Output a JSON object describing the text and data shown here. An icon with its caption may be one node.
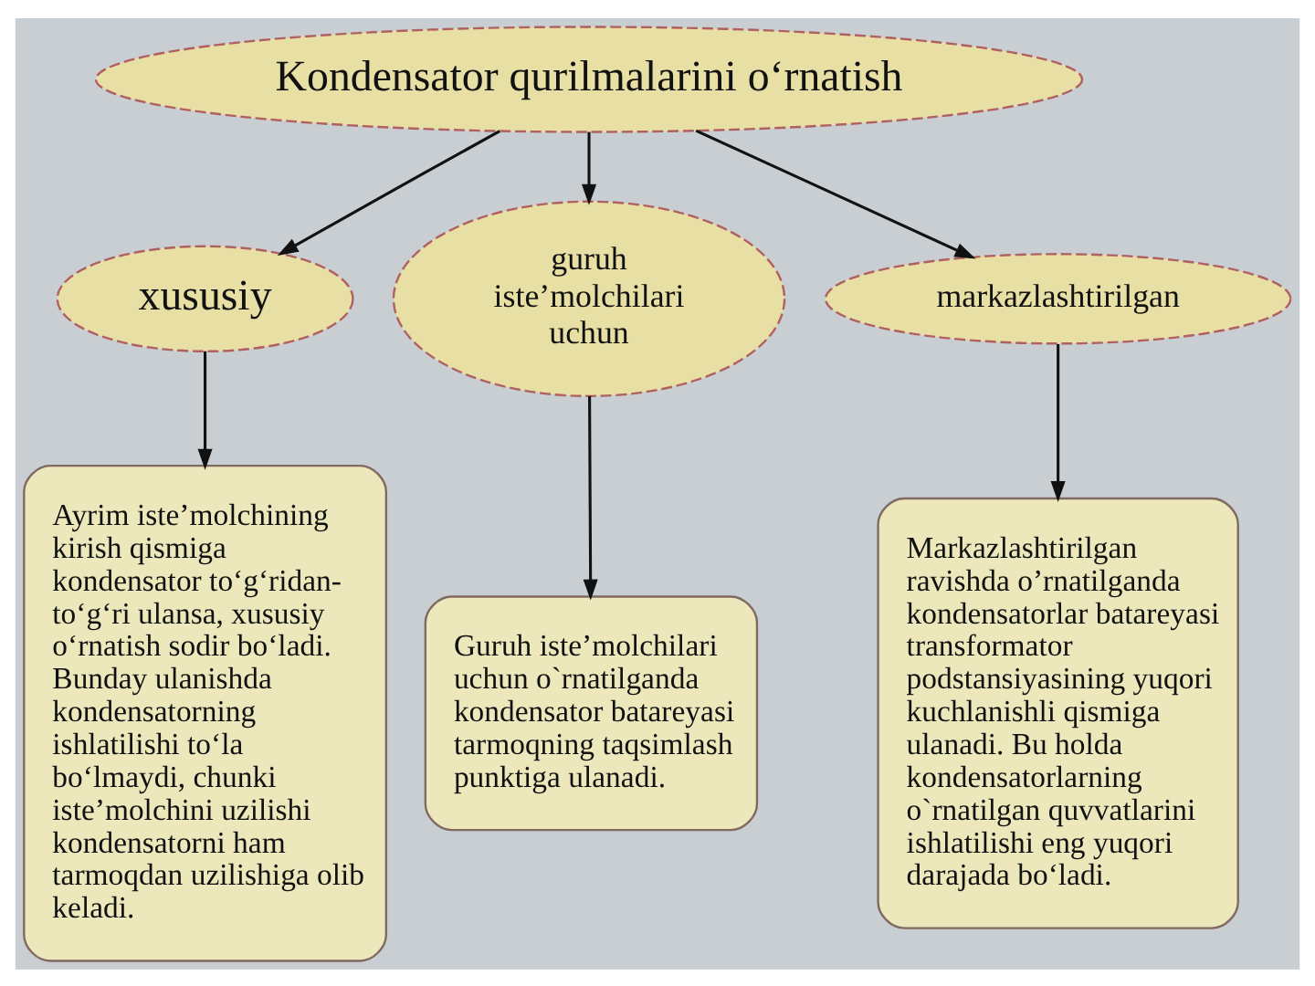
{
  "diagram": {
    "nodes": [
      {
        "text": [
          "Kondensator qurilmalarini o‘rnatish"
        ]
      },
      {
        "text": [
          "xususiy"
        ]
      },
      {
        "text": [
          "guruh iste’molchilari uchun"
        ]
      },
      {
        "text": [
          "markazlashtirilgan"
        ]
      },
      {
        "text": [
          "Ayrim iste’molchining kirish qismiga kondensator to‘g‘ridan-to‘g‘ri ulansa, xususiy o‘rnatish sodir bo‘ladi. Bunday ulanishda kondensatorning ishlatilishi to‘la bo‘lmaydi, chunki iste’molchini uzilishi kondensatorni ham tarmoqdan uzilishiga olib keladi."
        ]
      },
      {
        "text": [
          "Guruh iste’molchilari uchun o`rnatilganda kondensator batareyasi tarmoqning taqsimlash punktiga ulanadi."
        ]
      },
      {
        "text": [
          "Markazlashtirilgan ravishda o’rnatilganda kondensatorlar batareyasi transformator podstansiyasining yuqori kuchlanishli qismiga ulanadi. Bu holda kondensatorlarning o`rnatilgan quvvatlarini ishlatilishi eng yuqori darajada bo‘ladi."
        ]
      }
    ],
    "edges": [
      {
        "from": 0,
        "to": 1,
        "arrow": "to"
      },
      {
        "from": 0,
        "to": 2,
        "arrow": "to"
      },
      {
        "from": 0,
        "to": 3,
        "arrow": "to"
      },
      {
        "from": 1,
        "to": 4,
        "arrow": "to"
      },
      {
        "from": 2,
        "to": 5,
        "arrow": "to"
      },
      {
        "from": 3,
        "to": 6,
        "arrow": "to"
      }
    ]
  }
}
